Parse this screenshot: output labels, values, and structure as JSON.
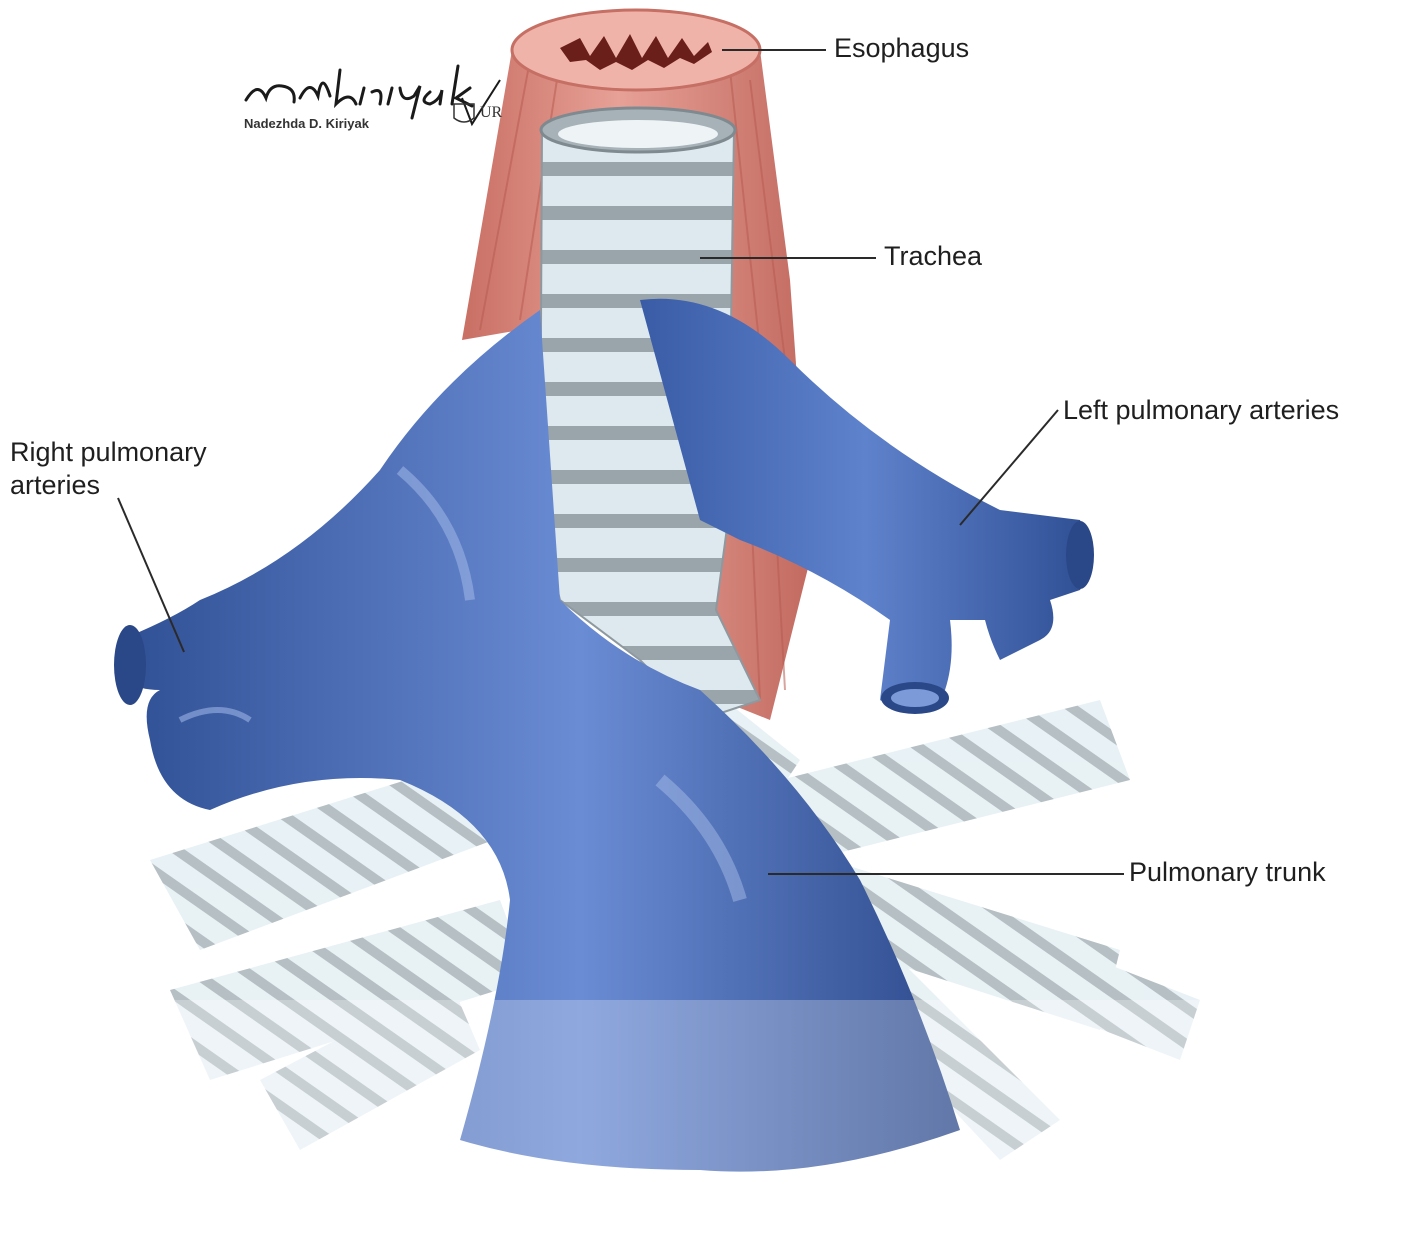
{
  "labels": {
    "esophagus": "Esophagus",
    "trachea": "Trachea",
    "left_pulmonary": "Left pulmonary arteries",
    "right_pulmonary": "Right pulmonary arteries",
    "pulmonary_trunk": "Pulmonary trunk"
  },
  "signature": {
    "script": "ndkiriyak",
    "name": "Nadezhda D. Kiriyak",
    "seal": "UR"
  },
  "colors": {
    "artery": "#4a6fb8",
    "artery_dark": "#2f4f94",
    "artery_light": "#7c9ad8",
    "esophagus": "#d98b80",
    "trachea_ring": "#e2eef3",
    "trachea_gap": "#9fa9ae",
    "leader": "#2a2a2a"
  }
}
